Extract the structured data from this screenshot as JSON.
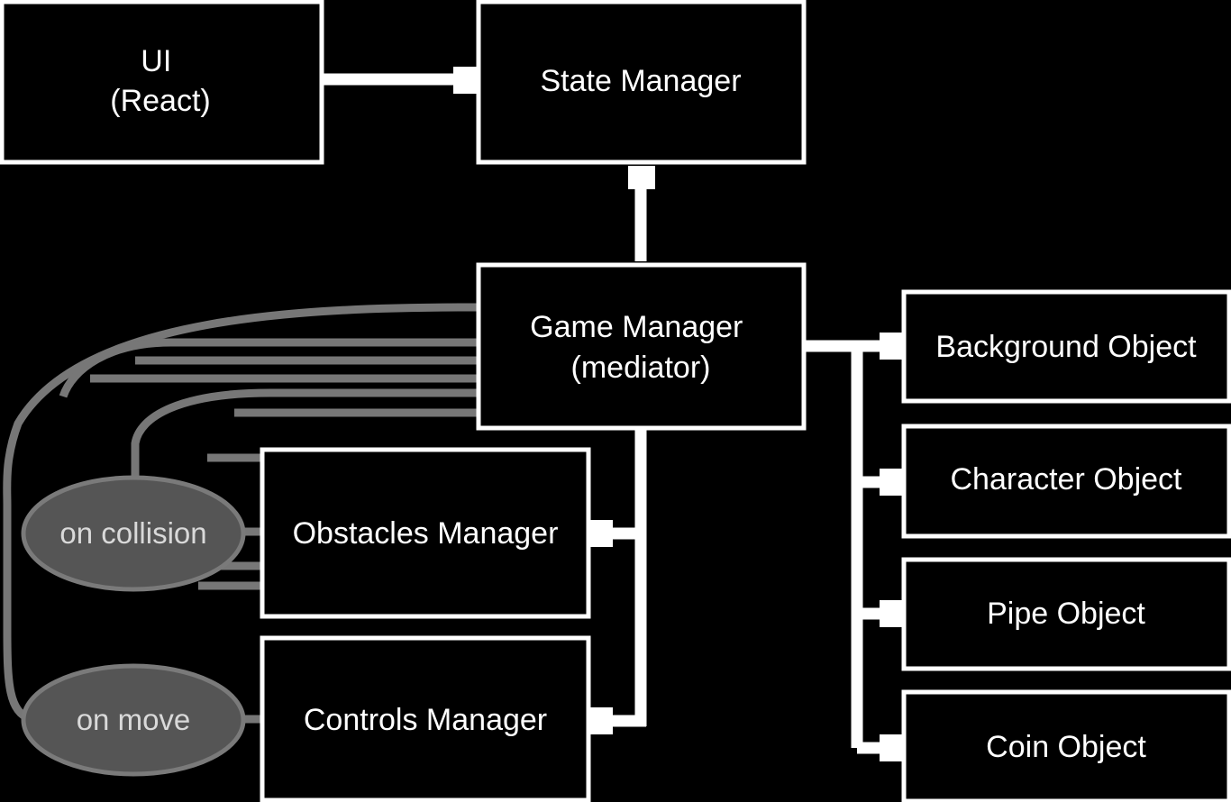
{
  "diagram": {
    "nodes": {
      "ui": {
        "lines": [
          "UI",
          "(React)"
        ]
      },
      "state_manager": {
        "lines": [
          "State Manager"
        ]
      },
      "game_manager": {
        "lines": [
          "Game Manager",
          "(mediator)"
        ]
      },
      "background_object": {
        "lines": [
          "Background Object"
        ]
      },
      "character_object": {
        "lines": [
          "Character Object"
        ]
      },
      "pipe_object": {
        "lines": [
          "Pipe Object"
        ]
      },
      "coin_object": {
        "lines": [
          "Coin Object"
        ]
      },
      "obstacles_manager": {
        "lines": [
          "Obstacles Manager"
        ]
      },
      "controls_manager": {
        "lines": [
          "Controls Manager"
        ]
      }
    },
    "events": {
      "on_collision": "on collision",
      "on_move": "on move"
    },
    "edges": [
      {
        "from": "ui",
        "to": "state_manager"
      },
      {
        "from": "game_manager",
        "to": "state_manager"
      },
      {
        "from": "game_manager",
        "to": "background_object"
      },
      {
        "from": "game_manager",
        "to": "character_object"
      },
      {
        "from": "game_manager",
        "to": "pipe_object"
      },
      {
        "from": "game_manager",
        "to": "coin_object"
      },
      {
        "from": "game_manager",
        "to": "obstacles_manager"
      },
      {
        "from": "game_manager",
        "to": "controls_manager"
      },
      {
        "from": "obstacles_manager",
        "to": "game_manager",
        "via": "on_collision"
      },
      {
        "from": "controls_manager",
        "to": "game_manager",
        "via": "on_move"
      }
    ],
    "colors": {
      "background": "#000000",
      "box_fill": "#000000",
      "box_stroke": "#ffffff",
      "connector": "#ffffff",
      "event_connector": "#777777",
      "event_fill": "#555555",
      "event_stroke": "#7a7a7a",
      "event_text": "#d9d9d9"
    }
  }
}
